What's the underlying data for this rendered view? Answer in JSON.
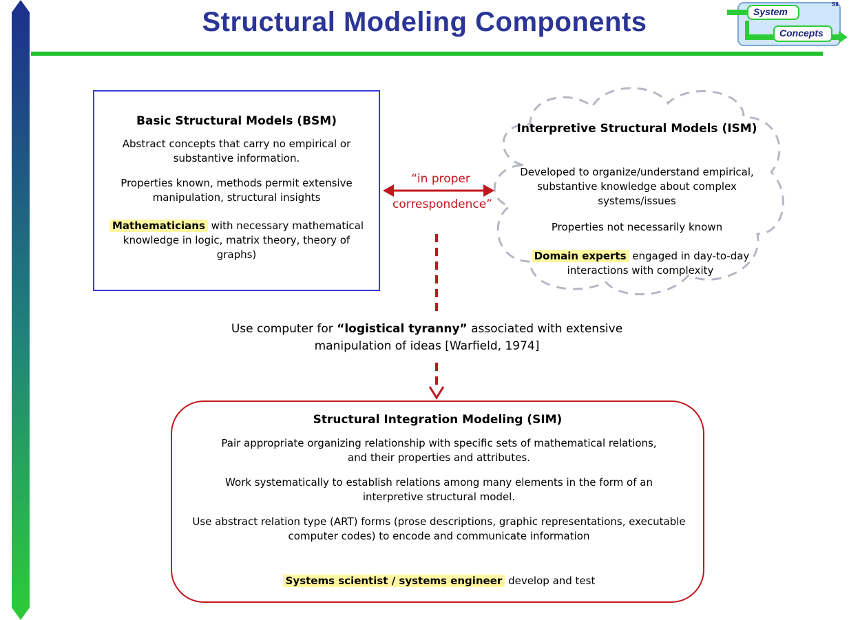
{
  "slide": {
    "title": "Structural Modeling Components",
    "logo": {
      "line1": "System",
      "line2": "Concepts",
      "mark": "SII"
    }
  },
  "bsm": {
    "title": "Basic Structural Models (BSM)",
    "p1": "Abstract concepts that carry no empirical or substantive information.",
    "p2": "Properties known, methods permit extensive manipulation, structural insights",
    "p3_highlight": "Mathematicians",
    "p3_rest": " with necessary mathematical knowledge in logic, matrix theory, theory of graphs)"
  },
  "ism": {
    "title": "Interpretive Structural Models (ISM)",
    "p1": "Developed to organize/understand empirical, substantive knowledge about complex systems/issues",
    "p2": "Properties not necessarily known",
    "p3_highlight": "Domain experts",
    "p3_rest": " engaged in day-to-day interactions with complexity"
  },
  "correspondence": {
    "line1": "“in proper",
    "line2": "correspondence”"
  },
  "logistics": {
    "prefix": "Use computer for ",
    "emphasis": "“logistical tyranny”",
    "suffix": " associated with extensive manipulation of ideas [Warfield, 1974]"
  },
  "sim": {
    "title": "Structural Integration Modeling (SIM)",
    "p1": "Pair appropriate organizing relationship with specific sets of mathematical relations, and their properties and attributes.",
    "p2": "Work systematically to establish relations among many elements in the form of an interpretive structural model.",
    "p3": "Use abstract relation type (ART) forms (prose descriptions, graphic representations, executable computer codes) to encode and communicate information",
    "p4_highlight": "Systems scientist / systems engineer",
    "p4_rest": " develop and test"
  },
  "colors": {
    "title": "#2a3596",
    "accent_green": "#22c02e",
    "bsm_border": "#3b3bdc",
    "sim_border": "#c0171e",
    "highlight": "#fff7a0"
  }
}
